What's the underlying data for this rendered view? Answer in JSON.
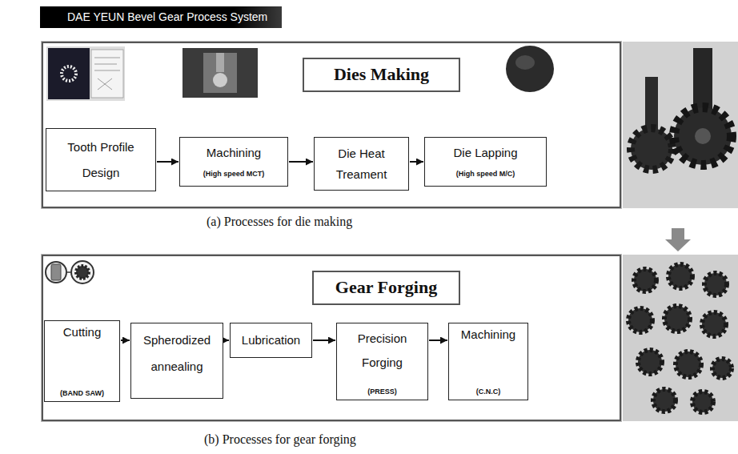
{
  "diagram": {
    "title": "DAE YEUN Bevel Gear Process System",
    "nodes": [
      {
        "text": [
          "(a) Processes for die making"
        ]
      },
      {
        "text": [
          "Dies Making"
        ],
        "in": 0
      },
      {
        "text": [
          "Tooth Profile Design"
        ],
        "in": 0
      },
      {
        "text": [
          "Machining",
          "(High speed MCT)"
        ],
        "in": 0
      },
      {
        "text": [
          "Die Heat Treament"
        ],
        "in": 0
      },
      {
        "text": [
          "Die Lapping",
          "(High speed M/C)"
        ],
        "in": 0
      },
      {
        "text": [
          "(b) Processes for gear forging"
        ]
      },
      {
        "text": [
          "Gear Forging"
        ],
        "in": 6
      },
      {
        "text": [
          "Cutting",
          "(BAND SAW)"
        ],
        "in": 6
      },
      {
        "text": [
          "Spherodized annealing"
        ],
        "in": 6
      },
      {
        "text": [
          "Lubrication"
        ],
        "in": 6
      },
      {
        "text": [
          "Precision Forging",
          "(PRESS)"
        ],
        "in": 6
      },
      {
        "text": [
          "Machining",
          "(C.N.C)"
        ],
        "in": 6
      }
    ],
    "edges": [
      {
        "from": 2,
        "to": 3,
        "arrow": "to"
      },
      {
        "from": 3,
        "to": 4,
        "arrow": "to"
      },
      {
        "from": 4,
        "to": 5,
        "arrow": "to"
      },
      {
        "from": 8,
        "to": 9,
        "arrow": "to"
      },
      {
        "from": 9,
        "to": 10,
        "arrow": "to"
      },
      {
        "from": 10,
        "to": 11,
        "arrow": "to"
      },
      {
        "from": 11,
        "to": 12,
        "arrow": "to"
      }
    ]
  }
}
